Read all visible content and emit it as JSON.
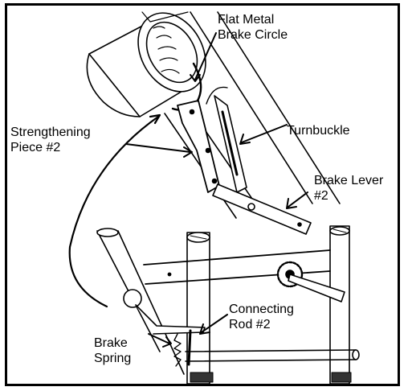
{
  "labels": {
    "flat_metal_brake_circle": {
      "line1": "Flat Metal",
      "line2": "Brake Circle"
    },
    "strengthening_piece": {
      "line1": "Strengthening",
      "line2": "Piece #2"
    },
    "turnbuckle": {
      "text": "Turnbuckle"
    },
    "brake_lever": {
      "line1": "Brake Lever",
      "line2": "#2"
    },
    "connecting_rod": {
      "line1": "Connecting",
      "line2": "Rod #2"
    },
    "brake_spring": {
      "line1": "Brake",
      "line2": "Spring"
    }
  }
}
